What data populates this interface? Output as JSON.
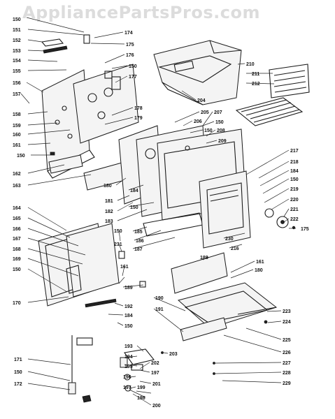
{
  "watermark": "AppliancePartsPros.com",
  "colors": {
    "ink": "#111111",
    "background": "#ffffff",
    "watermark": "#dcdcdc"
  },
  "labels": {
    "l150a": "150",
    "l151": "151",
    "l152": "152",
    "l153": "153",
    "l154": "154",
    "l155": "155",
    "l156": "156",
    "l157": "157",
    "l158": "158",
    "l159": "159",
    "l160": "160",
    "l161a": "161",
    "l150b": "150",
    "l162": "162",
    "l163": "163",
    "l174": "174",
    "l175a": "175",
    "l176": "176",
    "l150c": "150",
    "l177": "177",
    "l178": "178",
    "l179": "179",
    "l180": "180",
    "l181": "181",
    "l182": "182",
    "l183": "183",
    "l184a": "184",
    "l150d": "150",
    "l185": "185",
    "l186": "186",
    "l187": "187",
    "l204": "204",
    "l205": "205",
    "l206": "206",
    "l150e": "150",
    "l207": "207",
    "l150f": "150",
    "l208": "208",
    "l209": "209",
    "l210": "210",
    "l211": "211",
    "l212": "212",
    "l217": "217",
    "l218": "218",
    "l184b": "184",
    "l150g": "150",
    "l219": "219",
    "l220": "220",
    "l221": "221",
    "l222": "222",
    "l175b": "175",
    "l230": "230",
    "l216": "216",
    "l164": "164",
    "l165": "165",
    "l166": "166",
    "l167": "167",
    "l168": "168",
    "l169": "169",
    "l150h": "150",
    "l170": "170",
    "l150i": "150",
    "l231": "231",
    "l161b": "161",
    "l188": "188",
    "l161c": "161",
    "l180b": "180",
    "l189": "189",
    "l192": "192",
    "l184c": "184",
    "l150j": "150",
    "l190": "190",
    "l191": "191",
    "l223": "223",
    "l224": "224",
    "l225": "225",
    "l226": "226",
    "l227": "227",
    "l228": "228",
    "l229": "229",
    "l193": "193",
    "l194": "194",
    "l203": "203",
    "l195": "195",
    "l202": "202",
    "l197a": "197",
    "l196": "196",
    "l201": "201",
    "l197b": "197",
    "l199": "199",
    "l198": "198",
    "l200": "200",
    "l171": "171",
    "l150k": "150",
    "l172": "172"
  }
}
